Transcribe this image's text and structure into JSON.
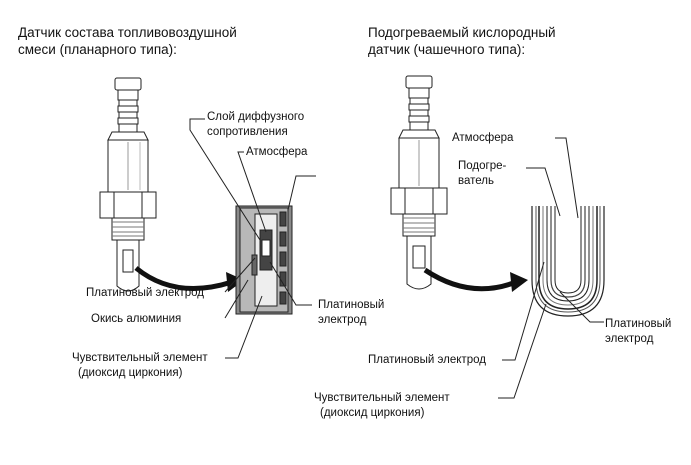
{
  "left_sensor": {
    "title_line1": "Датчик состава топливовоздушной",
    "title_line2": "смеси (планарного типа):",
    "labels": {
      "diffusion_layer_line1": "Слой диффузного",
      "diffusion_layer_line2": "сопротивления",
      "atmosphere": "Атмосфера",
      "platinum_electrode_left": "Платиновый электрод",
      "alumina": "Окись алюминия",
      "sensing_element_line1": "Чувствительный элемент",
      "sensing_element_line2": "(диоксид циркония)",
      "platinum_electrode_right_line1": "Платиновый",
      "platinum_electrode_right_line2": "электрод"
    }
  },
  "right_sensor": {
    "title_line1": "Подогреваемый кислородный",
    "title_line2": "датчик (чашечного типа):",
    "labels": {
      "atmosphere": "Атмосфера",
      "heater_line1": "Подогре-",
      "heater_line2": "ватель",
      "platinum_electrode_bottom": "Платиновый электрод",
      "platinum_electrode_right_line1": "Платиновый",
      "platinum_electrode_right_line2": "электрод",
      "sensing_element_line1": "Чувствительный элемент",
      "sensing_element_line2": "(диоксид циркония)"
    }
  }
}
